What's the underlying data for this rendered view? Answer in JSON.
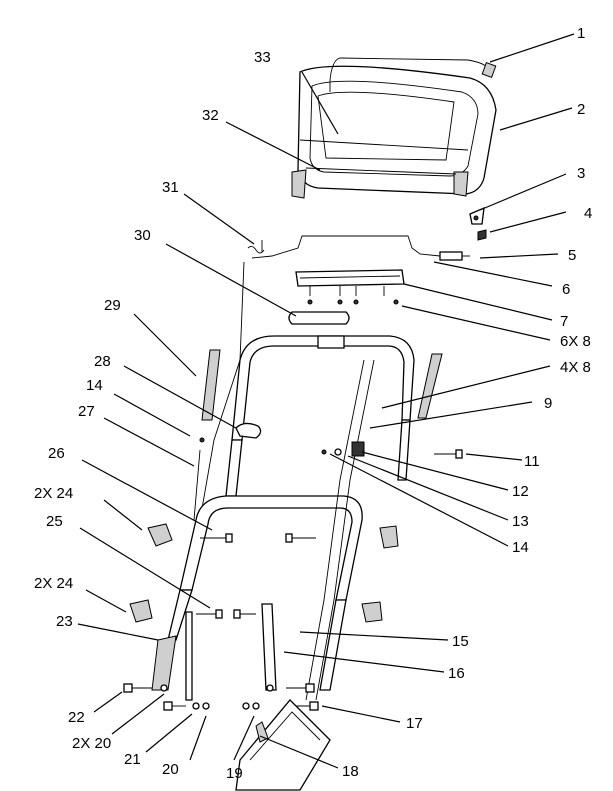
{
  "diagram": {
    "callouts": [
      {
        "id": "c1",
        "label": "1"
      },
      {
        "id": "c2",
        "label": "2"
      },
      {
        "id": "c3",
        "label": "3"
      },
      {
        "id": "c4",
        "label": "4"
      },
      {
        "id": "c5",
        "label": "5"
      },
      {
        "id": "c6",
        "label": "6"
      },
      {
        "id": "c7",
        "label": "7"
      },
      {
        "id": "c6x8",
        "label": "6X 8"
      },
      {
        "id": "c4x8",
        "label": "4X 8"
      },
      {
        "id": "c9",
        "label": "9"
      },
      {
        "id": "c11",
        "label": "11"
      },
      {
        "id": "c12",
        "label": "12"
      },
      {
        "id": "c13",
        "label": "13"
      },
      {
        "id": "c14r",
        "label": "14"
      },
      {
        "id": "c15",
        "label": "15"
      },
      {
        "id": "c16",
        "label": "16"
      },
      {
        "id": "c17",
        "label": "17"
      },
      {
        "id": "c18",
        "label": "18"
      },
      {
        "id": "c19",
        "label": "19"
      },
      {
        "id": "c20b",
        "label": "20"
      },
      {
        "id": "c21",
        "label": "21"
      },
      {
        "id": "c2x20",
        "label": "2X 20"
      },
      {
        "id": "c22",
        "label": "22"
      },
      {
        "id": "c23",
        "label": "23"
      },
      {
        "id": "c2x24b",
        "label": "2X 24"
      },
      {
        "id": "c25",
        "label": "25"
      },
      {
        "id": "c2x24a",
        "label": "2X 24"
      },
      {
        "id": "c26",
        "label": "26"
      },
      {
        "id": "c27",
        "label": "27"
      },
      {
        "id": "c14l",
        "label": "14"
      },
      {
        "id": "c28",
        "label": "28"
      },
      {
        "id": "c29",
        "label": "29"
      },
      {
        "id": "c30",
        "label": "30"
      },
      {
        "id": "c31",
        "label": "31"
      },
      {
        "id": "c32",
        "label": "32"
      },
      {
        "id": "c33",
        "label": "33"
      }
    ]
  }
}
